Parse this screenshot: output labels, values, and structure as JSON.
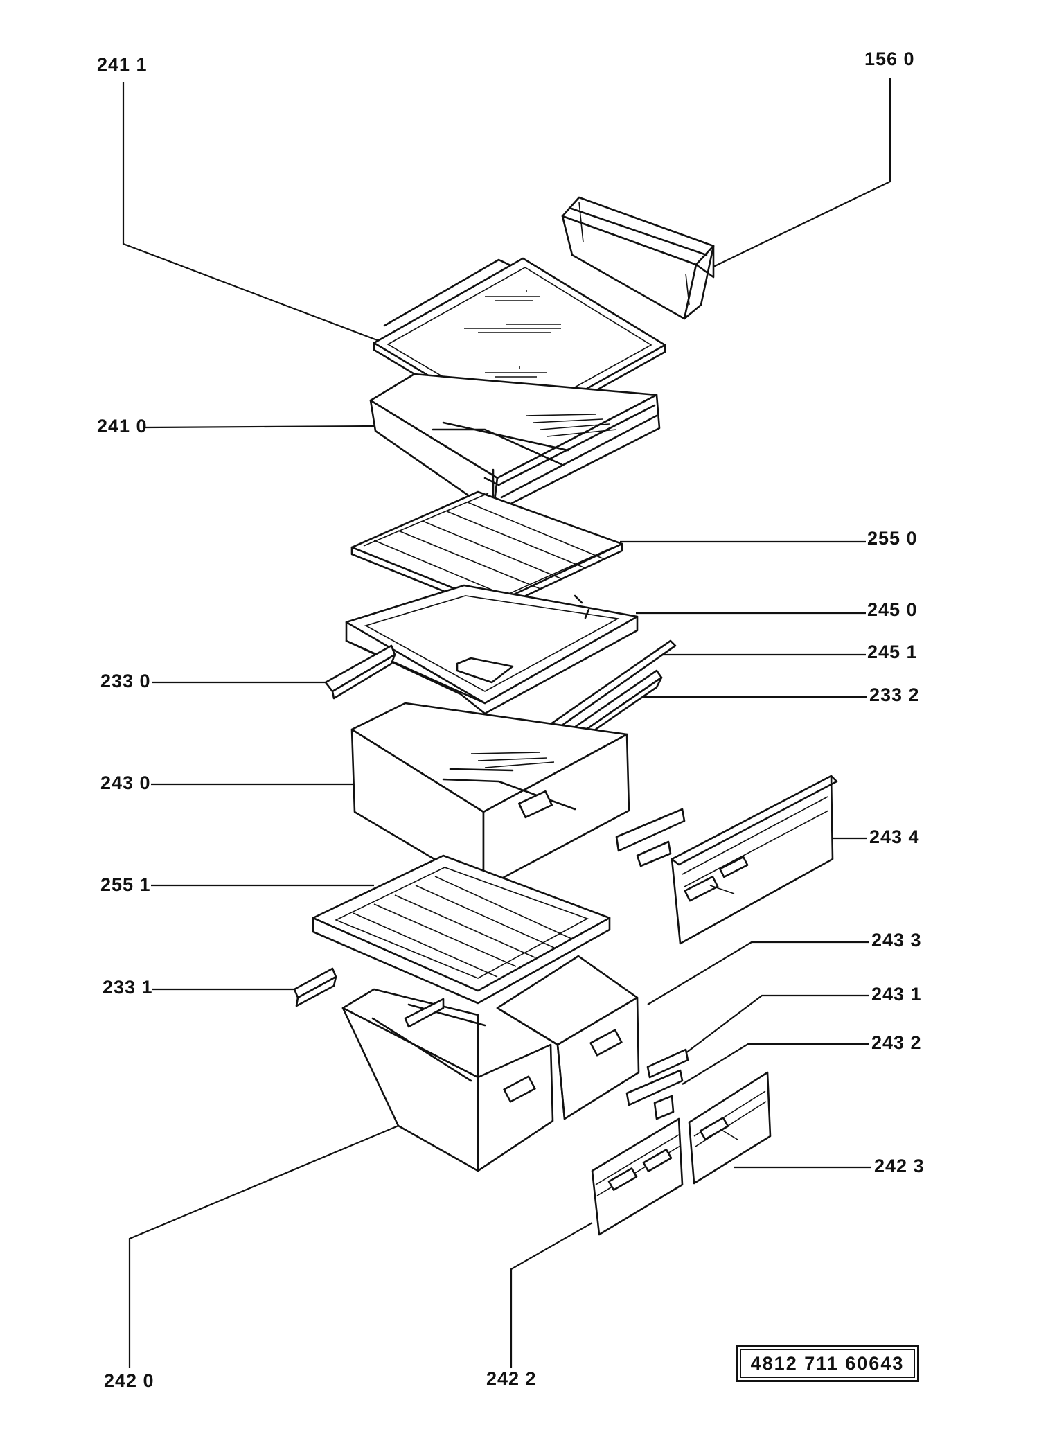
{
  "parts": [
    {
      "id": "p2411",
      "label": "241 1"
    },
    {
      "id": "p1560",
      "label": "156 0"
    },
    {
      "id": "p2410",
      "label": "241 0"
    },
    {
      "id": "p2550",
      "label": "255 0"
    },
    {
      "id": "p2450",
      "label": "245 0"
    },
    {
      "id": "p2451",
      "label": "245 1"
    },
    {
      "id": "p2330",
      "label": "233 0"
    },
    {
      "id": "p2332",
      "label": "233 2"
    },
    {
      "id": "p2430",
      "label": "243 0"
    },
    {
      "id": "p2434",
      "label": "243 4"
    },
    {
      "id": "p2551",
      "label": "255 1"
    },
    {
      "id": "p2433",
      "label": "243 3"
    },
    {
      "id": "p2331",
      "label": "233 1"
    },
    {
      "id": "p2431",
      "label": "243 1"
    },
    {
      "id": "p2432",
      "label": "243 2"
    },
    {
      "id": "p2423",
      "label": "242 3"
    },
    {
      "id": "p2420",
      "label": "242 0"
    },
    {
      "id": "p2422",
      "label": "242 2"
    }
  ],
  "code_box": "4812   711   60643"
}
